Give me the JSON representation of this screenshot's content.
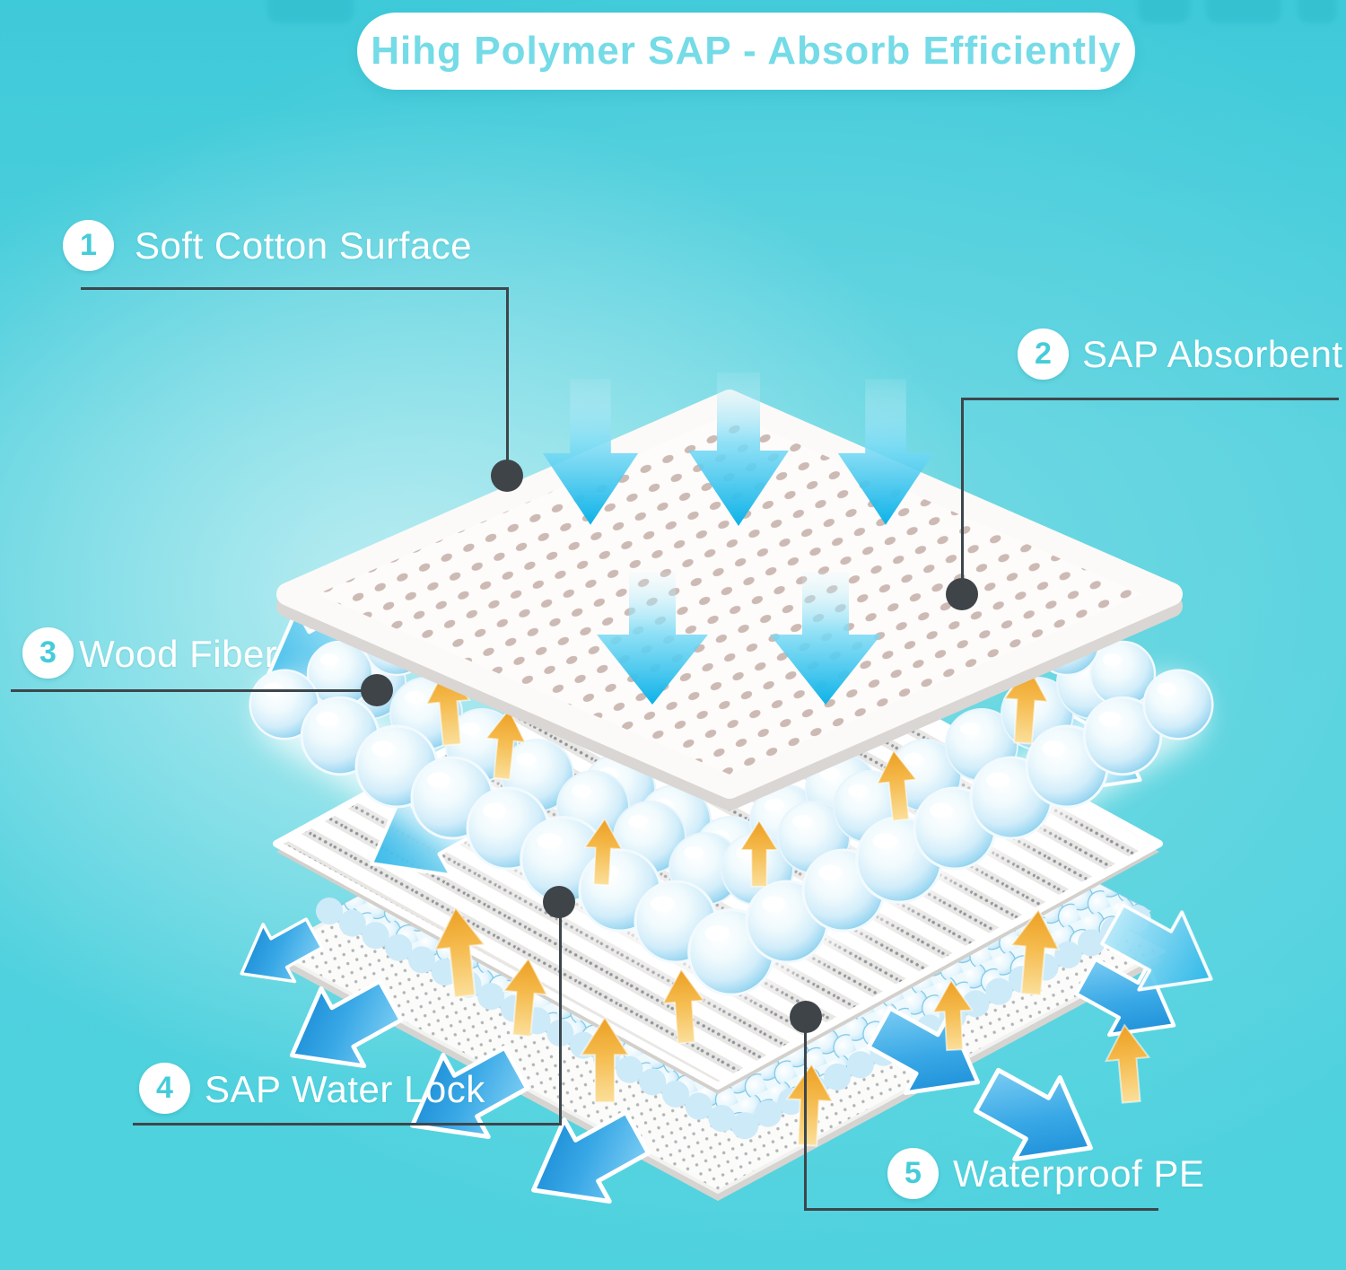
{
  "title": {
    "text": "Hihg Polymer SAP - Absorb Efficiently"
  },
  "top_decoration": {
    "note": "partially cropped illegible watermark text along top edge"
  },
  "callouts": [
    {
      "num": "1",
      "text": "Soft Cotton Surface"
    },
    {
      "num": "2",
      "text": "SAP Absorbent"
    },
    {
      "num": "3",
      "text": "Wood Fiber"
    },
    {
      "num": "4",
      "text": "SAP Water Lock"
    },
    {
      "num": "5",
      "text": "Waterproof PE"
    }
  ],
  "diagram": {
    "type": "exploded-layer-diagram",
    "layers": [
      "Soft Cotton Surface - white perforated top sheet with cyan down arrows",
      "SAP Absorbent - band of large glossy blue gel beads",
      "Wood Fiber - white ribbed/striped core sheet",
      "SAP Water Lock - layer of small packed blue beads with yellow up arrows",
      "Waterproof PE - white dotted bottom film with blue spread arrows"
    ],
    "flow_icons": [
      "cyan-down-arrows (liquid enters)",
      "yellow-up-arrows (absorption)",
      "blue-outward-arrows (water locked and spread)"
    ]
  },
  "colors": {
    "background": "#4fd0dd",
    "title_text": "#74dbe7",
    "label_text": "#ffffff",
    "number_text": "#45ccd9",
    "leader_line": "#3d464c",
    "leader_dot": "#3f4449",
    "arrow_cyan": "#10b4e6",
    "arrow_blue_deep": "#0d7fd0",
    "arrow_yellow": "#f2ae35",
    "sheet_white": "#fdfcfb",
    "perforation_dot": "#cdbab4"
  }
}
